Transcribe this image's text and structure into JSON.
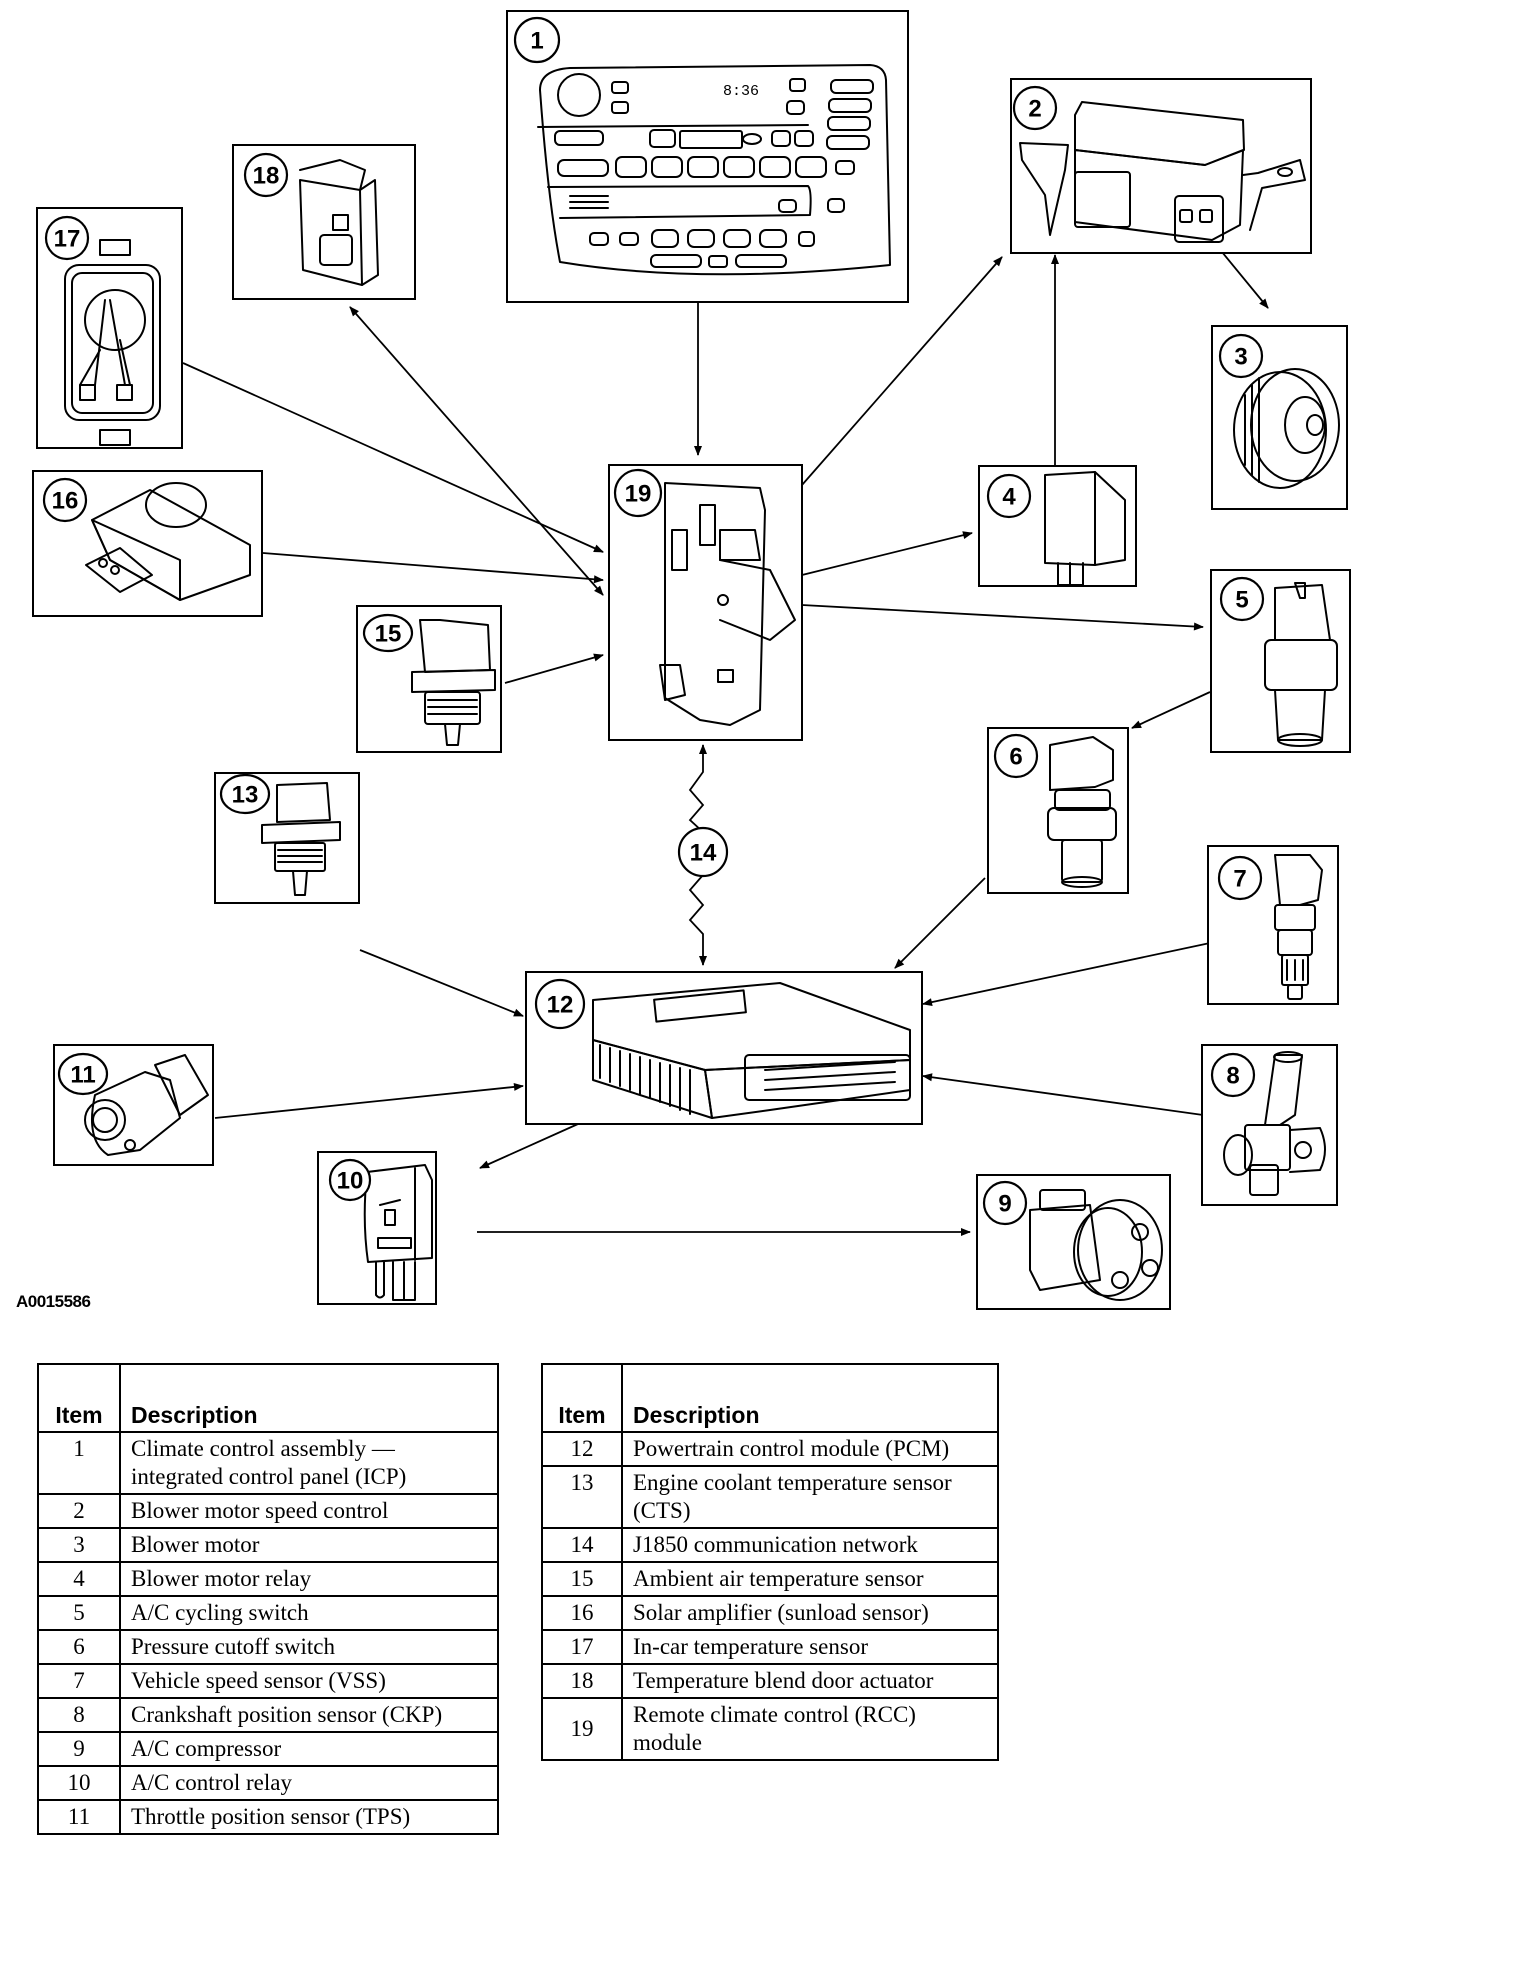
{
  "figure_id": "A0015586",
  "diagram": {
    "hub_module": "19",
    "bus": "14",
    "pcm": "12",
    "components": [
      {
        "num": "1",
        "name": "Climate control assembly — integrated control panel (ICP)",
        "display_clock": "8:36"
      },
      {
        "num": "2",
        "name": "Blower motor speed control"
      },
      {
        "num": "3",
        "name": "Blower motor"
      },
      {
        "num": "4",
        "name": "Blower motor relay"
      },
      {
        "num": "5",
        "name": "A/C cycling switch"
      },
      {
        "num": "6",
        "name": "Pressure cutoff switch"
      },
      {
        "num": "7",
        "name": "Vehicle speed sensor (VSS)"
      },
      {
        "num": "8",
        "name": "Crankshaft position sensor (CKP)"
      },
      {
        "num": "9",
        "name": "A/C compressor"
      },
      {
        "num": "10",
        "name": "A/C control relay"
      },
      {
        "num": "11",
        "name": "Throttle position sensor (TPS)"
      },
      {
        "num": "12",
        "name": "Powertrain control module (PCM)"
      },
      {
        "num": "13",
        "name": "Engine coolant temperature sensor (CTS)"
      },
      {
        "num": "14",
        "name": "J1850 communication network"
      },
      {
        "num": "15",
        "name": "Ambient air temperature sensor"
      },
      {
        "num": "16",
        "name": "Solar amplifier (sunload sensor)"
      },
      {
        "num": "17",
        "name": "In-car temperature sensor"
      },
      {
        "num": "18",
        "name": "Temperature blend door actuator"
      },
      {
        "num": "19",
        "name": "Remote climate control (RCC) module"
      }
    ],
    "connections": [
      {
        "from": "1",
        "to": "19",
        "type": "bidirectional"
      },
      {
        "from": "19",
        "to": "18",
        "type": "bidirectional"
      },
      {
        "from": "17",
        "to": "19",
        "type": "input"
      },
      {
        "from": "16",
        "to": "19",
        "type": "input"
      },
      {
        "from": "15",
        "to": "19",
        "type": "input"
      },
      {
        "from": "19",
        "to": "2",
        "type": "output"
      },
      {
        "from": "19",
        "to": "4",
        "type": "output"
      },
      {
        "from": "4",
        "to": "2",
        "type": "output"
      },
      {
        "from": "2",
        "to": "3",
        "type": "output"
      },
      {
        "from": "19",
        "to": "5",
        "type": "output"
      },
      {
        "from": "5",
        "to": "6",
        "type": "output"
      },
      {
        "from": "19",
        "to": "12",
        "type": "network-bidirectional",
        "via": "14"
      },
      {
        "from": "6",
        "to": "12",
        "type": "input"
      },
      {
        "from": "7",
        "to": "12",
        "type": "input"
      },
      {
        "from": "8",
        "to": "12",
        "type": "input"
      },
      {
        "from": "13",
        "to": "12",
        "type": "input"
      },
      {
        "from": "11",
        "to": "12",
        "type": "input"
      },
      {
        "from": "12",
        "to": "10",
        "type": "output"
      },
      {
        "from": "10",
        "to": "9",
        "type": "output"
      }
    ]
  },
  "legend": {
    "header_item": "Item",
    "header_description": "Description",
    "left": [
      {
        "item": "1",
        "description": "Climate control assembly — integrated control panel (ICP)"
      },
      {
        "item": "2",
        "description": "Blower motor speed control"
      },
      {
        "item": "3",
        "description": "Blower motor"
      },
      {
        "item": "4",
        "description": "Blower motor relay"
      },
      {
        "item": "5",
        "description": "A/C cycling switch"
      },
      {
        "item": "6",
        "description": "Pressure cutoff switch"
      },
      {
        "item": "7",
        "description": "Vehicle speed sensor (VSS)"
      },
      {
        "item": "8",
        "description": "Crankshaft position sensor (CKP)"
      },
      {
        "item": "9",
        "description": "A/C compressor"
      },
      {
        "item": "10",
        "description": "A/C control relay"
      },
      {
        "item": "11",
        "description": "Throttle position sensor (TPS)"
      }
    ],
    "right": [
      {
        "item": "12",
        "description": "Powertrain control module (PCM)"
      },
      {
        "item": "13",
        "description": "Engine coolant temperature sensor (CTS)"
      },
      {
        "item": "14",
        "description": "J1850 communication network"
      },
      {
        "item": "15",
        "description": "Ambient air temperature sensor"
      },
      {
        "item": "16",
        "description": "Solar amplifier (sunload sensor)"
      },
      {
        "item": "17",
        "description": "In-car temperature sensor"
      },
      {
        "item": "18",
        "description": "Temperature blend door actuator"
      },
      {
        "item": "19",
        "description": "Remote climate control (RCC) module"
      }
    ]
  }
}
